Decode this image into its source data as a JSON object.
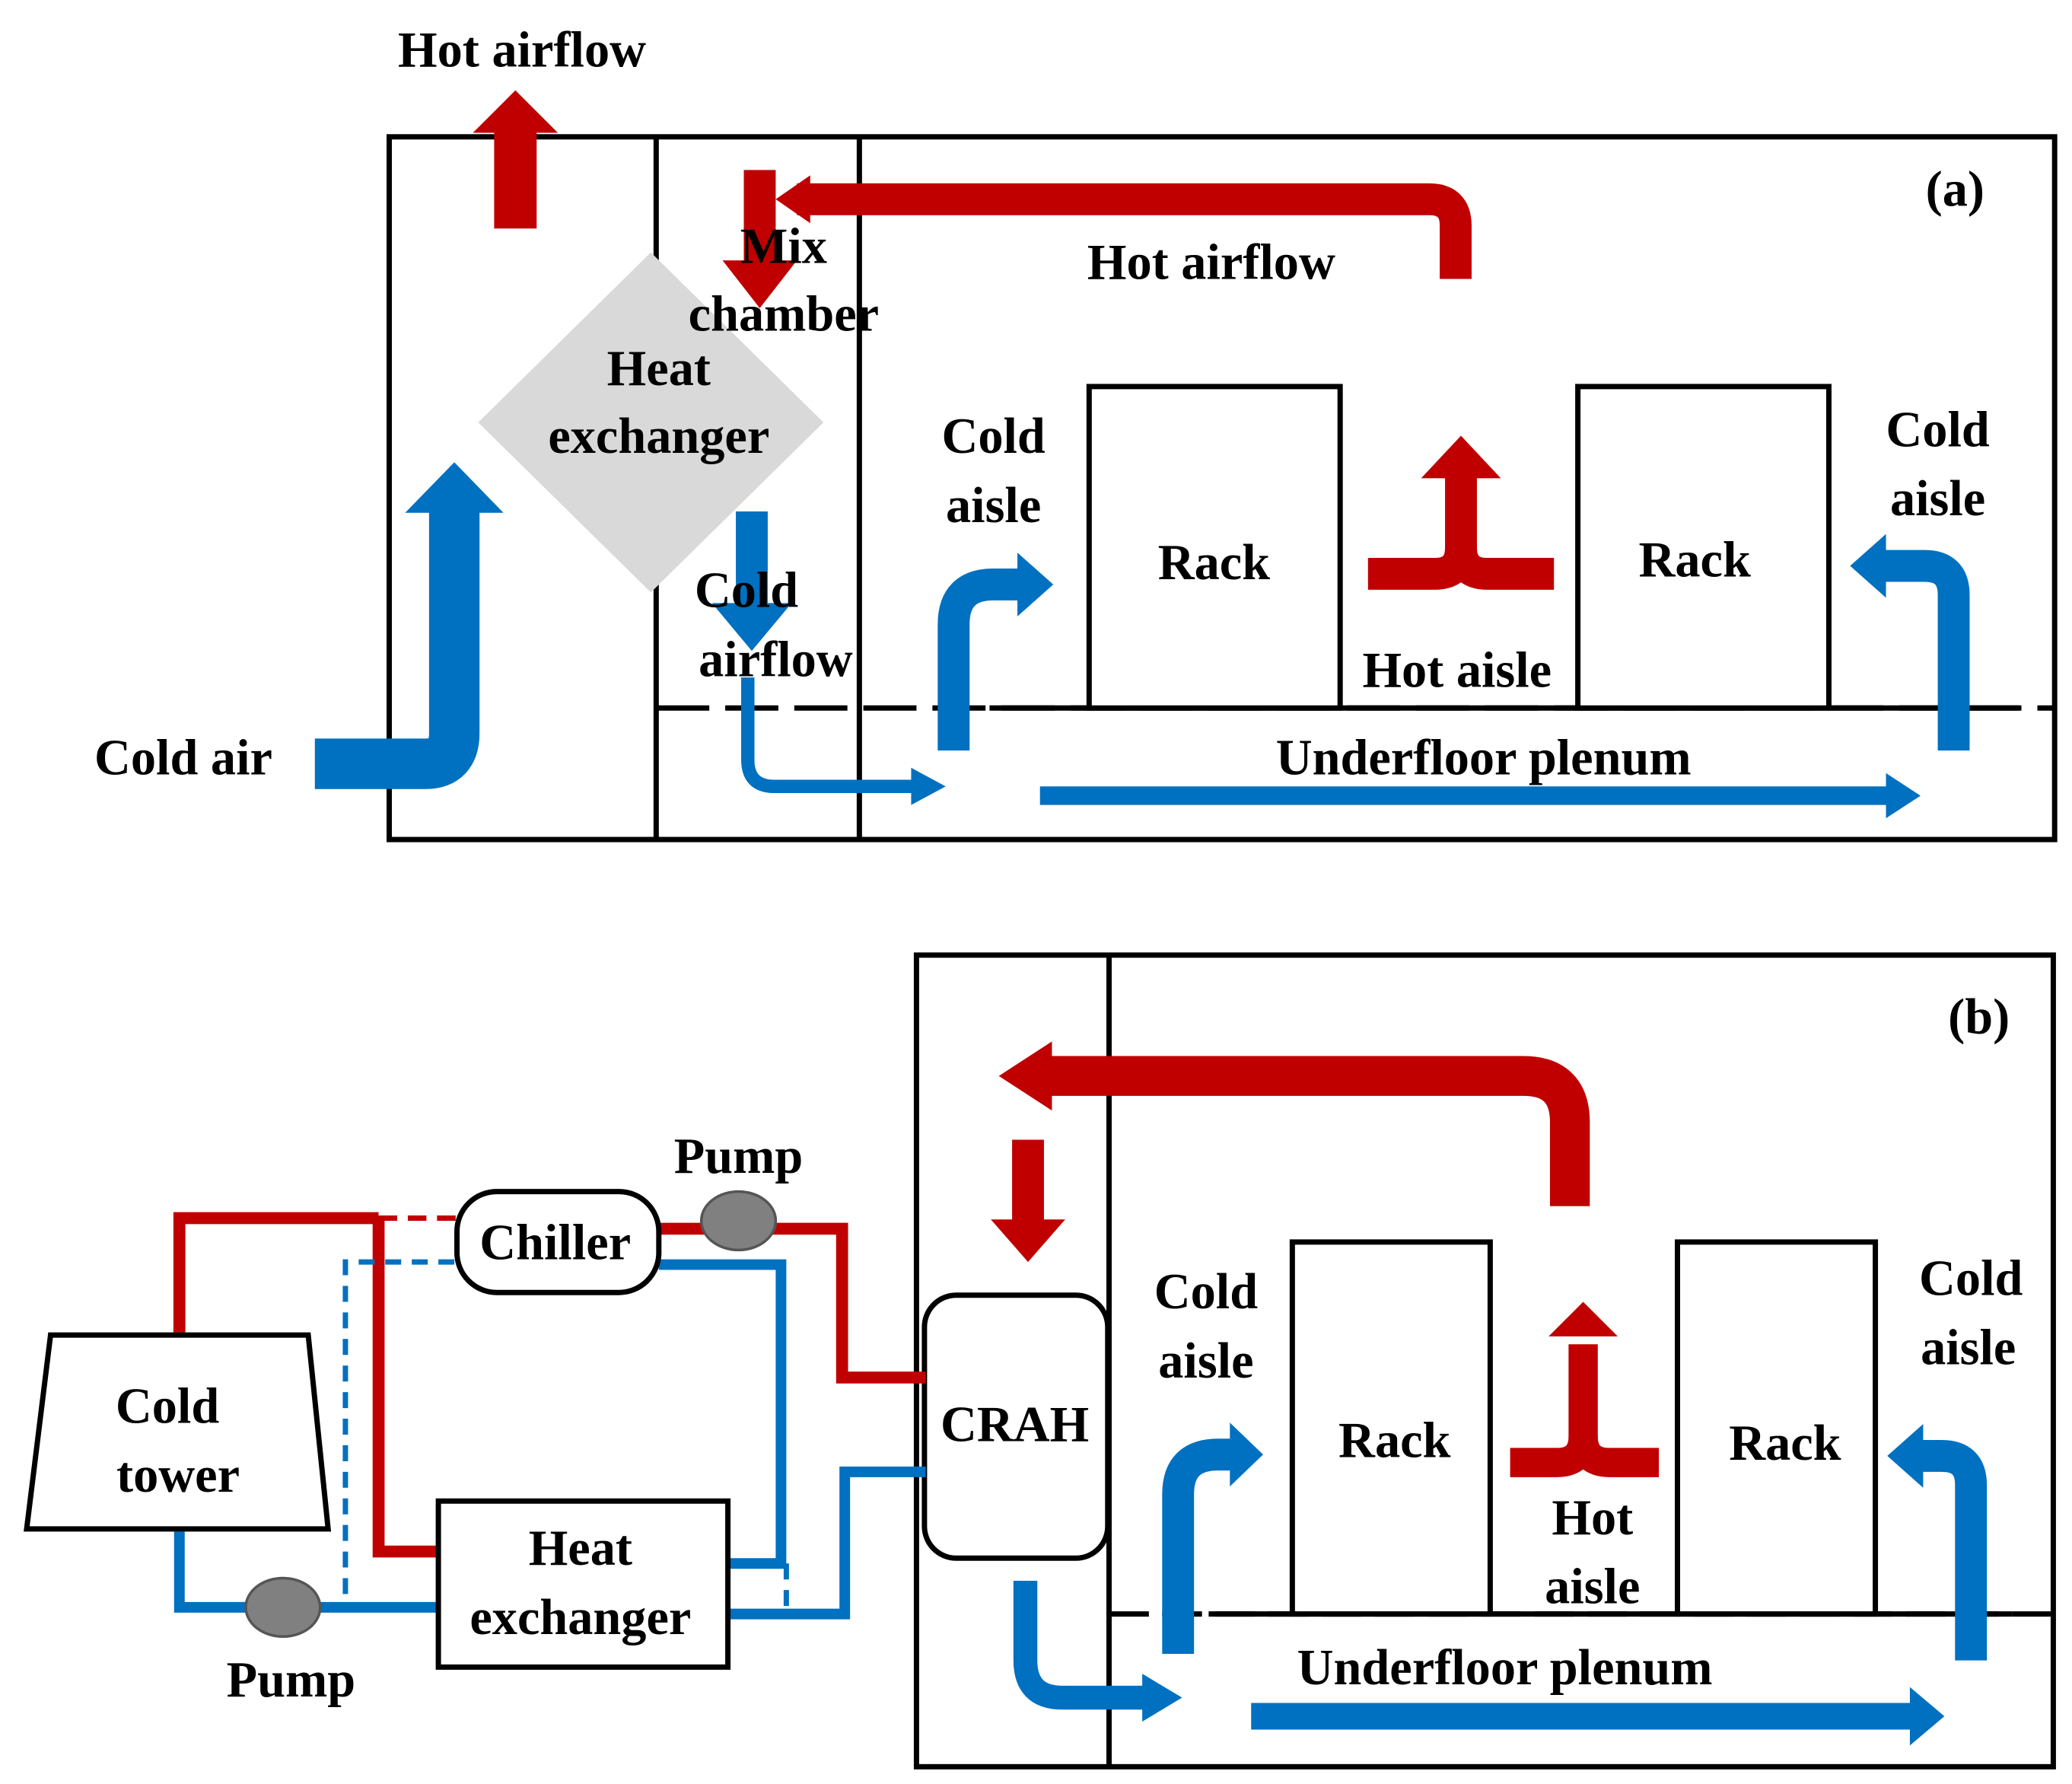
{
  "colors": {
    "hot": "#c00000",
    "cold": "#0070c0",
    "line": "#000000",
    "hx_fill": "#d9d9d9",
    "pump_fill": "#808080"
  },
  "panel_a": {
    "tag": "(a)",
    "hot_airflow_exhaust": "Hot airflow",
    "hot_airflow_return": "Hot airflow",
    "mix_chamber": [
      "Mix",
      "chamber"
    ],
    "heat_exchanger": [
      "Heat",
      "exchanger"
    ],
    "cold_air_in": "Cold air",
    "cold_airflow": [
      "Cold",
      "airflow"
    ],
    "cold_aisle_left": [
      "Cold",
      "aisle"
    ],
    "cold_aisle_right": [
      "Cold",
      "aisle"
    ],
    "rack_left": "Rack",
    "rack_right": "Rack",
    "hot_aisle": "Hot aisle",
    "underfloor_plenum": "Underfloor plenum"
  },
  "panel_b": {
    "tag": "(b)",
    "chiller": "Chiller",
    "pump_top": "Pump",
    "pump_bottom": "Pump",
    "cold_tower": [
      "Cold",
      "tower"
    ],
    "heat_exchanger": [
      "Heat",
      "exchanger"
    ],
    "crah": "CRAH",
    "cold_aisle_left": [
      "Cold",
      "aisle"
    ],
    "cold_aisle_right": [
      "Cold",
      "aisle"
    ],
    "rack_left": "Rack",
    "rack_right": "Rack",
    "hot_aisle": [
      "Hot",
      "aisle"
    ],
    "underfloor_plenum": "Underfloor plenum"
  }
}
